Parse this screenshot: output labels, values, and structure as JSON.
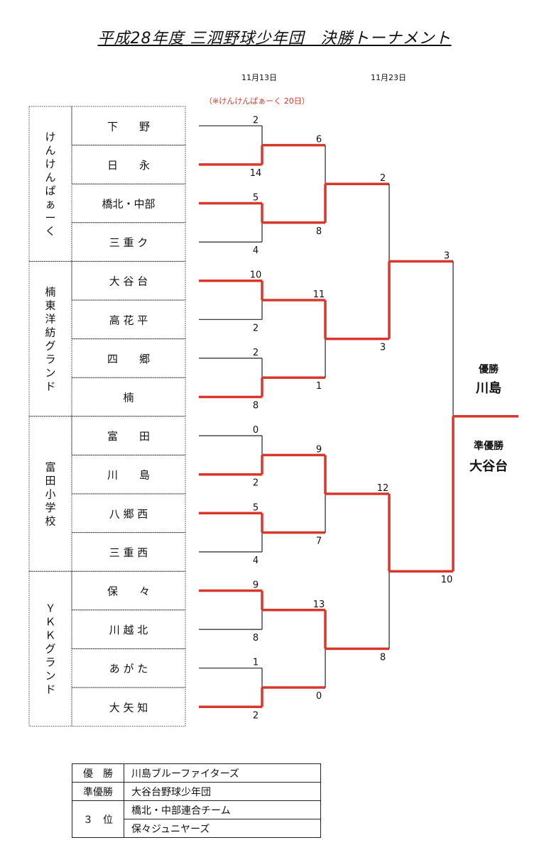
{
  "title": "平成28年度 三泗野球少年団　決勝トーナメント",
  "dates": {
    "r1": "11月13日",
    "r3": "11月23日"
  },
  "note": "（※けんけんぱぁーく 20日）",
  "venues": [
    "けんけんぱぁーく",
    "楠東洋紡グランド",
    "富田小学校",
    "ＹＫＫグランド"
  ],
  "teams": [
    "下　野",
    "日　永",
    "橋北・中部",
    "三 重 ク",
    "大 谷 台",
    "高 花 平",
    "四　郷",
    "楠",
    "富　田",
    "川　島",
    "八 郷 西",
    "三 重 西",
    "保　々",
    "川 越 北",
    "あ が た",
    "大 矢 知"
  ],
  "winner_color": "#d8382b",
  "loser_color": "#222222",
  "chart_data": {
    "type": "bracket",
    "rounds": [
      {
        "matches": [
          {
            "a": 0,
            "b": 1,
            "score_a": 2,
            "score_b": 14,
            "winner": "b"
          },
          {
            "a": 2,
            "b": 3,
            "score_a": 5,
            "score_b": 4,
            "winner": "a"
          },
          {
            "a": 4,
            "b": 5,
            "score_a": 10,
            "score_b": 2,
            "winner": "a"
          },
          {
            "a": 6,
            "b": 7,
            "score_a": 2,
            "score_b": 8,
            "winner": "b"
          },
          {
            "a": 8,
            "b": 9,
            "score_a": 0,
            "score_b": 2,
            "winner": "b"
          },
          {
            "a": 10,
            "b": 11,
            "score_a": 5,
            "score_b": 4,
            "winner": "a"
          },
          {
            "a": 12,
            "b": 13,
            "score_a": 9,
            "score_b": 8,
            "winner": "a"
          },
          {
            "a": 14,
            "b": 15,
            "score_a": 1,
            "score_b": 2,
            "winner": "b"
          }
        ]
      },
      {
        "matches": [
          {
            "score_a": 6,
            "score_b": 8,
            "winner": "b"
          },
          {
            "score_a": 11,
            "score_b": 1,
            "winner": "a"
          },
          {
            "score_a": 9,
            "score_b": 7,
            "winner": "a"
          },
          {
            "score_a": 13,
            "score_b": 0,
            "winner": "a"
          }
        ]
      },
      {
        "matches": [
          {
            "score_a": 2,
            "score_b": 3,
            "winner": "b"
          },
          {
            "score_a": 12,
            "score_b": 8,
            "winner": "a"
          }
        ]
      },
      {
        "matches": [
          {
            "score_a": 3,
            "score_b": 10,
            "winner": "b"
          }
        ]
      }
    ]
  },
  "champion": {
    "label": "優勝",
    "team": "川島"
  },
  "runner_up": {
    "label": "準優勝",
    "team": "大谷台"
  },
  "results": [
    {
      "label": "優　勝",
      "value": "川島ブルーファイターズ"
    },
    {
      "label": "準優勝",
      "value": "大谷台野球少年団"
    },
    {
      "label": "３　位",
      "values": [
        "橋北・中部連合チーム",
        "保々ジュニヤーズ"
      ]
    }
  ]
}
